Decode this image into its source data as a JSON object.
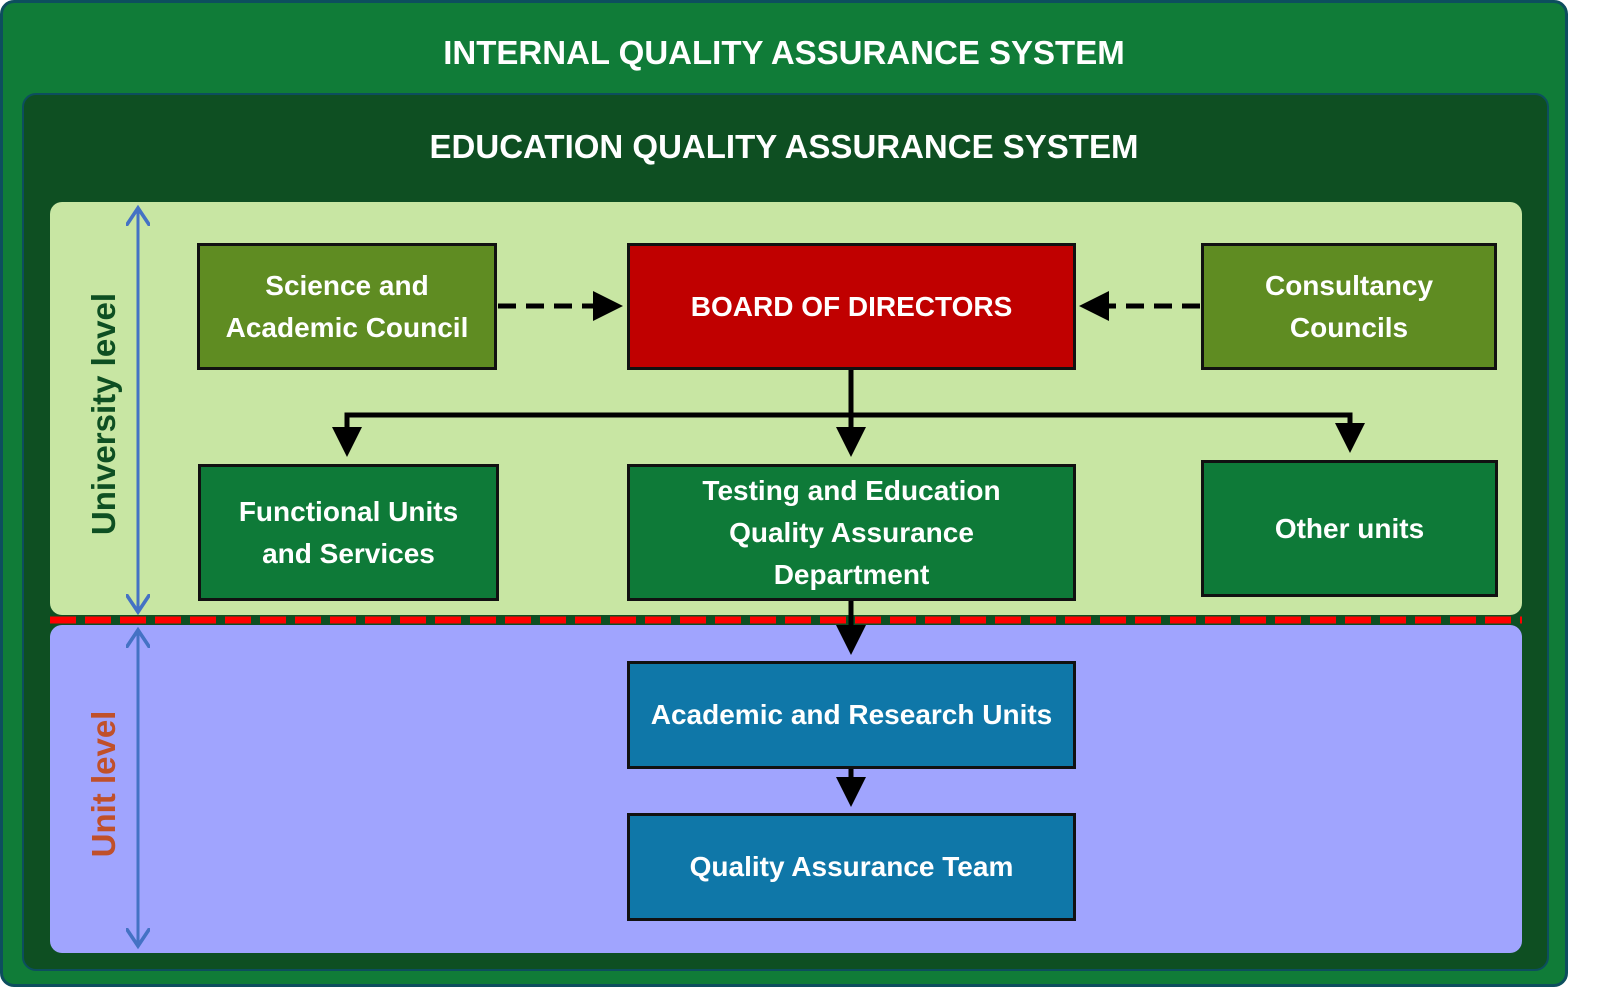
{
  "outer_title": "INTERNAL QUALITY ASSURANCE SYSTEM",
  "inner_title": "EDUCATION QUALITY ASSURANCE SYSTEM",
  "levels": {
    "university": "University level",
    "unit": "Unit level"
  },
  "boxes": {
    "science": "Science and\nAcademic Council",
    "board": "BOARD OF DIRECTORS",
    "consultancy": "Consultancy\nCouncils",
    "functional": "Functional Units\nand Services",
    "testing": "Testing and Education\nQuality Assurance\nDepartment",
    "other": "Other units",
    "academic": "Academic and Research Units",
    "qat": "Quality Assurance Team"
  },
  "colors": {
    "outer": "#107c38",
    "inner": "#0e4f22",
    "university_bg": "#c8e6a3",
    "unit_bg": "#a0a4fe",
    "board": "#c00000",
    "council": "#5f8c22",
    "unit_box": "#0e7a38",
    "unit_level_box": "#0f77a8",
    "boundary": "#ff0000"
  }
}
